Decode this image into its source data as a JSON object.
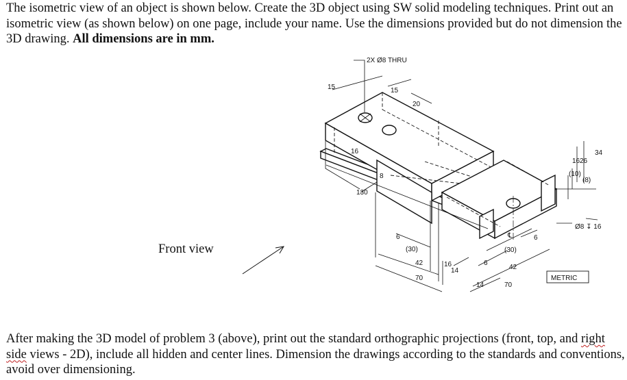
{
  "document": {
    "intro_part1": "The isometric view of an object is shown below. Create the 3D object using SW solid modeling techniques. Print out an isometric view (as shown below) on one page, include your name. Use the dimensions provided but do not dimension the 3D drawing. ",
    "intro_bold": "All dimensions are in mm.",
    "front_view_label": "Front view",
    "outro_part1": "After making the 3D model of problem 3 (above), print out the standard orthographic projections (front, top, and ",
    "outro_underlined": "right side",
    "outro_part2": " views - 2D), include all hidden and center lines. Dimension the drawings according to the standards and conventions, avoid over dimensioning."
  },
  "drawing": {
    "note_holes": "2X Ø8 THRU",
    "dim_15_left": "15",
    "dim_15_right": "15",
    "dim_20": "20",
    "dim_16_left": "16",
    "dim_8": "8",
    "dim_130": "130",
    "dim_6_a": "6",
    "dim_30_a": "(30)",
    "dim_42_a": "42",
    "dim_70_a": "70",
    "dim_16_b": "16",
    "dim_14_a": "14",
    "dim_6_b": "6",
    "dim_14_b": "14",
    "dim_30_b": "(30)",
    "dim_42_b": "42",
    "dim_70_b": "70",
    "dim_6_c": "6",
    "centerline_symbol": "℄",
    "dim_34": "34",
    "dim_26": "26",
    "dim_16_right": "16",
    "dim_10": "(10)",
    "dim_8_right": "(8)",
    "hole_callout": "Ø8 ↧ 16",
    "metric_label": "METRIC"
  }
}
